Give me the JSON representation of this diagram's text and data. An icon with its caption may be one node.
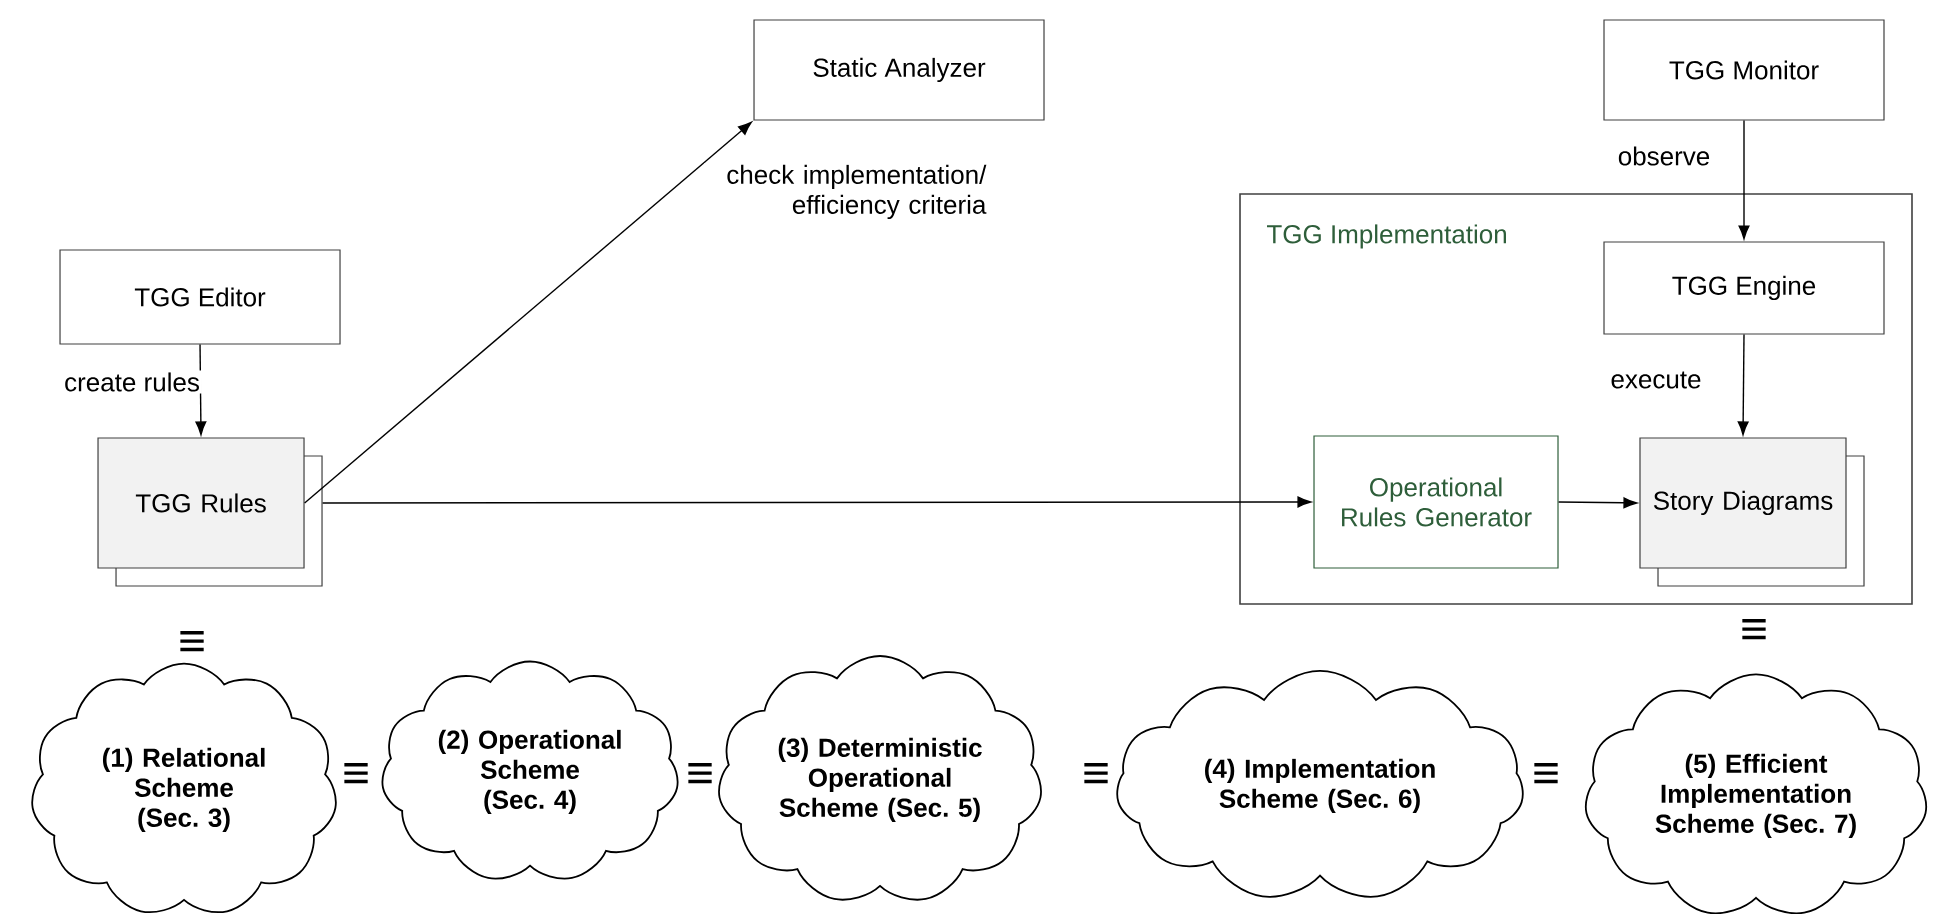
{
  "diagram": {
    "nodes": [
      {
        "text": [
          "Static Analyzer"
        ]
      },
      {
        "text": [
          "TGG Monitor"
        ]
      },
      {
        "text": [
          "TGG Editor"
        ]
      },
      {
        "text": [
          "TGG Rules"
        ]
      },
      {
        "text": [
          "TGG Implementation"
        ]
      },
      {
        "text": [
          "TGG Engine"
        ],
        "in": 4
      },
      {
        "text": [
          "Operational Rules Generator"
        ],
        "in": 4
      },
      {
        "text": [
          "Story Diagrams"
        ],
        "in": 4
      },
      {
        "text": [
          "(1) Relational Scheme (Sec. 3)"
        ]
      },
      {
        "text": [
          "(2) Operational Scheme (Sec. 4)"
        ]
      },
      {
        "text": [
          "(3) Deterministic Operational Scheme (Sec. 5)"
        ]
      },
      {
        "text": [
          "(4) Implementation Scheme (Sec. 6)"
        ]
      },
      {
        "text": [
          "(5) Efficient Implementation Scheme (Sec. 7)"
        ]
      }
    ],
    "edges": [
      {
        "from": 2,
        "to": 3,
        "arrow": "to",
        "label": "create rules"
      },
      {
        "from": 3,
        "to": 0,
        "arrow": "to",
        "label": "check implementation/ efficiency criteria"
      },
      {
        "from": 3,
        "to": 6,
        "arrow": "to"
      },
      {
        "from": 1,
        "to": 5,
        "arrow": "to",
        "label": "observe"
      },
      {
        "from": 5,
        "to": 7,
        "arrow": "to",
        "label": "execute"
      },
      {
        "from": 6,
        "to": 7,
        "arrow": "to"
      }
    ],
    "labels": [
      "≡",
      "≡",
      "≡",
      "≡",
      "≡",
      "≡"
    ]
  }
}
